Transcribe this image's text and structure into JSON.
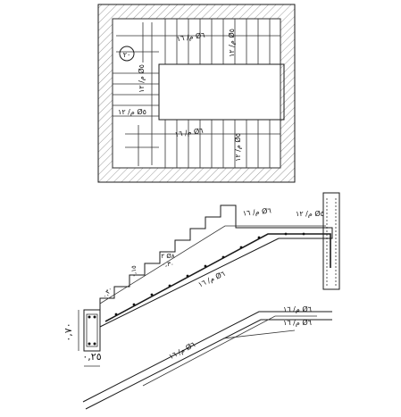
{
  "plan": {
    "stair_number": "٢٠",
    "top_flight_left_label": "م/ ١٦ Ø٦",
    "top_flight_right_label": "م/ ١٢ Ø٥",
    "left_flight_top_label": "م/ ١٢ Ø٥",
    "left_flight_bottom_label": "م/ ١٢ Ø٥",
    "bottom_flight_left_label": "م/ ١٦ Ø٦",
    "bottom_flight_right_label": "م/ ١٢ Ø٥"
  },
  "section": {
    "top_bar_main_label": "م/ ١٦ Ø٦",
    "top_bar_dist_label": "م/ ١٢ Ø٥",
    "nosing_label": "٢ Ø٨",
    "nosing_sub_label": "٠,٣٠",
    "riser_dim_label": "٠,١٥",
    "flight_bar_label": "م/ ١٦ Ø٦",
    "lower_nosing_label": "٠,٣٠",
    "beam_depth_label": "٠,٧٠",
    "beam_width_label": "٠,٢٥",
    "lower_slab_top_label": "م/ ١٦ Ø٦",
    "lower_slab_mid_label": "م/ ١٦ Ø٦",
    "lower_slab_long_label": "م/ ١٦ Ø٦"
  }
}
